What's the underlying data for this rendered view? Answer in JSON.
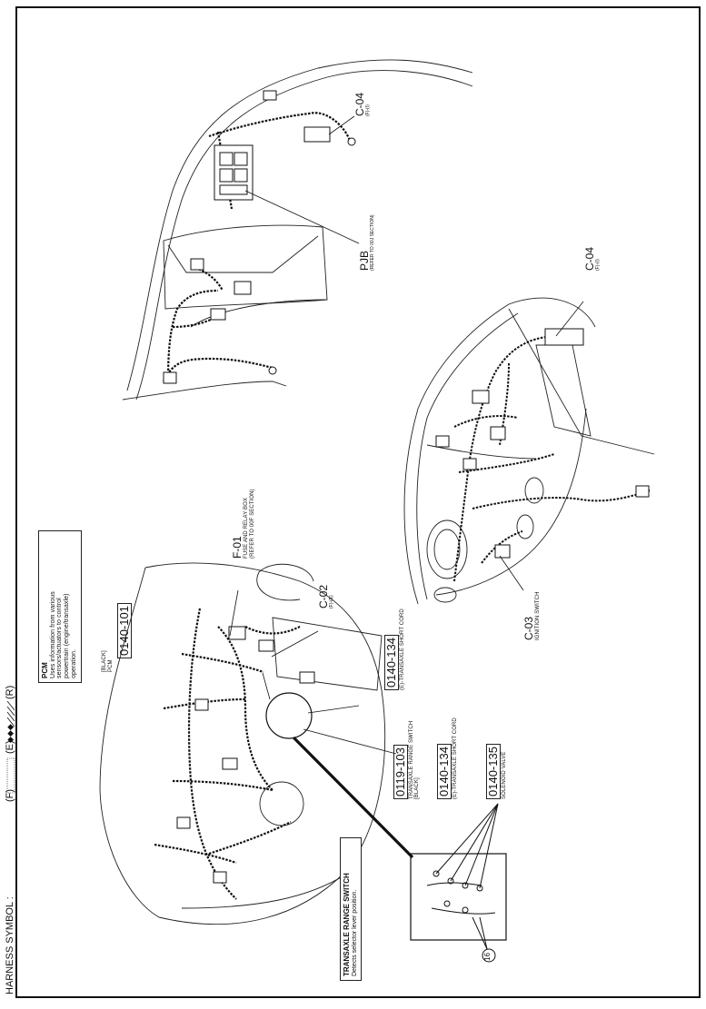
{
  "harness_symbol": {
    "prefix": "HARNESS SYMBOL :",
    "f": "(F)",
    "e": "(E)",
    "r": "(R)"
  },
  "pcm_box": {
    "title": "PCM",
    "desc_lines": [
      "Uses information from various",
      "sensors/actuators to control",
      "powertrain (engine/transaxle)",
      "operation."
    ],
    "sub_lines": [
      "[BLACK]",
      "PCM"
    ]
  },
  "tr_box": {
    "title": "TRANSAXLE RANGE SWITCH",
    "desc": "Detects selector lever position."
  },
  "codes": {
    "c1": "0140-101",
    "c2": "0140-134",
    "c2_desc": "(E)-TRANSAXLE SHORT CORD",
    "c3": "0119-103",
    "c3_desc1": "TRANSAXLE RANGE SWITCH",
    "c3_desc2": "[BLACK]",
    "c4": "0140-134",
    "c4_desc": "(E)-TRANSAXLE SHORT CORD",
    "c5": "0140-135",
    "c5_desc": "SOLENOID VALVE"
  },
  "connectors": {
    "f01": "F-01",
    "f01_desc1": "FUSE AND RELAY BOX",
    "f01_desc2": "(REFER TO 00F SECTION)",
    "c02": "C-02",
    "c02_sub": "(F)-(E)",
    "c04a": "C-04",
    "c04a_sub": "(F)-(I)",
    "pjb": "PJB",
    "pjb_desc": "(REFER TO 00J SECTION)",
    "c04b": "C-04",
    "c04b_sub": "(F)-(I)",
    "c03": "C-03",
    "c03_desc": "IGNITION SWITCH"
  },
  "callout_number": "16"
}
